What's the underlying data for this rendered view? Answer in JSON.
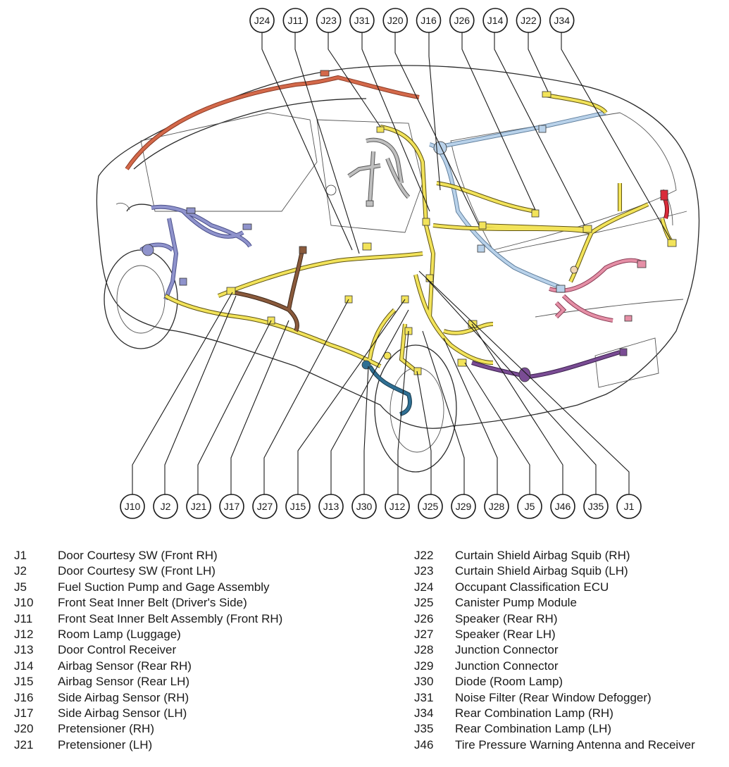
{
  "colors": {
    "yellow": "#f2e35a",
    "orange": "#d4694a",
    "lavender": "#8f93cc",
    "gray": "#bfbfbf",
    "lightblue": "#b9d2ea",
    "pink": "#e58fa6",
    "brown": "#8a5a3c",
    "purple": "#7a4c94",
    "darkblue": "#2f6f93",
    "red": "#d92b3a"
  },
  "top_callouts": [
    "J24",
    "J11",
    "J23",
    "J31",
    "J20",
    "J16",
    "J26",
    "J14",
    "J22",
    "J34"
  ],
  "bottom_callouts": [
    "J10",
    "J2",
    "J21",
    "J17",
    "J27",
    "J15",
    "J13",
    "J30",
    "J12",
    "J25",
    "J29",
    "J28",
    "J5",
    "J46",
    "J35",
    "J1"
  ],
  "legend_left": [
    {
      "code": "J1",
      "name": "Door Courtesy SW (Front RH)"
    },
    {
      "code": "J2",
      "name": "Door Courtesy SW (Front LH)"
    },
    {
      "code": "J5",
      "name": "Fuel Suction Pump and Gage Assembly"
    },
    {
      "code": "J10",
      "name": "Front Seat Inner Belt (Driver's Side)"
    },
    {
      "code": "J11",
      "name": "Front Seat Inner Belt Assembly (Front RH)"
    },
    {
      "code": "J12",
      "name": "Room Lamp (Luggage)"
    },
    {
      "code": "J13",
      "name": "Door Control Receiver"
    },
    {
      "code": "J14",
      "name": "Airbag Sensor (Rear RH)"
    },
    {
      "code": "J15",
      "name": "Airbag Sensor (Rear LH)"
    },
    {
      "code": "J16",
      "name": "Side Airbag Sensor (RH)"
    },
    {
      "code": "J17",
      "name": "Side Airbag Sensor (LH)"
    },
    {
      "code": "J20",
      "name": "Pretensioner (RH)"
    },
    {
      "code": "J21",
      "name": "Pretensioner (LH)"
    }
  ],
  "legend_right": [
    {
      "code": "J22",
      "name": "Curtain Shield Airbag Squib (RH)"
    },
    {
      "code": "J23",
      "name": "Curtain Shield Airbag Squib (LH)"
    },
    {
      "code": "J24",
      "name": "Occupant Classification ECU"
    },
    {
      "code": "J25",
      "name": "Canister Pump Module"
    },
    {
      "code": "J26",
      "name": "Speaker (Rear RH)"
    },
    {
      "code": "J27",
      "name": "Speaker (Rear LH)"
    },
    {
      "code": "J28",
      "name": "Junction Connector"
    },
    {
      "code": "J29",
      "name": "Junction Connector"
    },
    {
      "code": "J30",
      "name": "Diode (Room Lamp)"
    },
    {
      "code": "J31",
      "name": "Noise Filter (Rear Window Defogger)"
    },
    {
      "code": "J34",
      "name": "Rear Combination Lamp (RH)"
    },
    {
      "code": "J35",
      "name": "Rear Combination Lamp (LH)"
    },
    {
      "code": "J46",
      "name": "Tire Pressure Warning Antenna and Receiver"
    }
  ]
}
